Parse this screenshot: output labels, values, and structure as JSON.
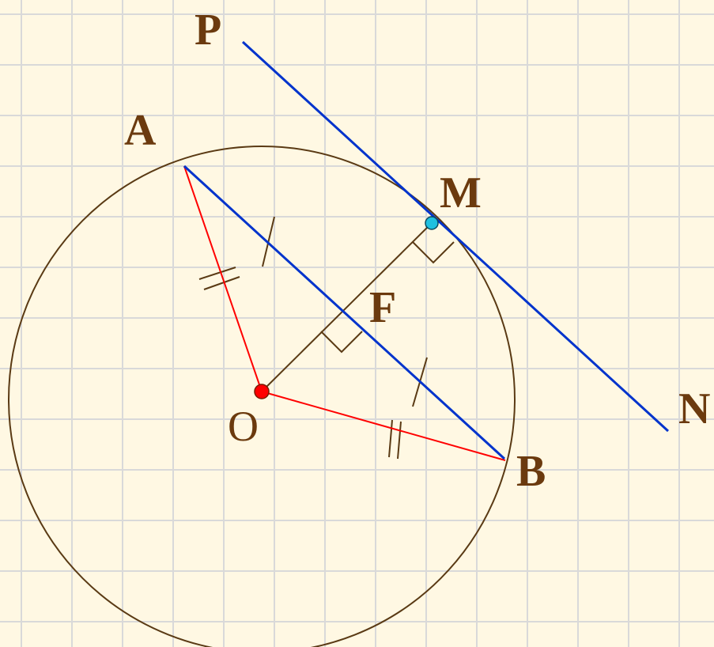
{
  "colors": {
    "background": "#fff8e3",
    "grid": "#d9d9d9",
    "circle": "#5a3a14",
    "construction": "#5a3a14",
    "radius": "#ff0000",
    "parallel_lines": "#0033cc",
    "label": "#6b3a0e",
    "center_point": "#ff0000",
    "tangent_point": "#20c0e0"
  },
  "points": {
    "P": {
      "label": "P"
    },
    "A": {
      "label": "A"
    },
    "M": {
      "label": "M"
    },
    "F": {
      "label": "F"
    },
    "O": {
      "label": "O"
    },
    "B": {
      "label": "B"
    },
    "N": {
      "label": "N"
    }
  }
}
